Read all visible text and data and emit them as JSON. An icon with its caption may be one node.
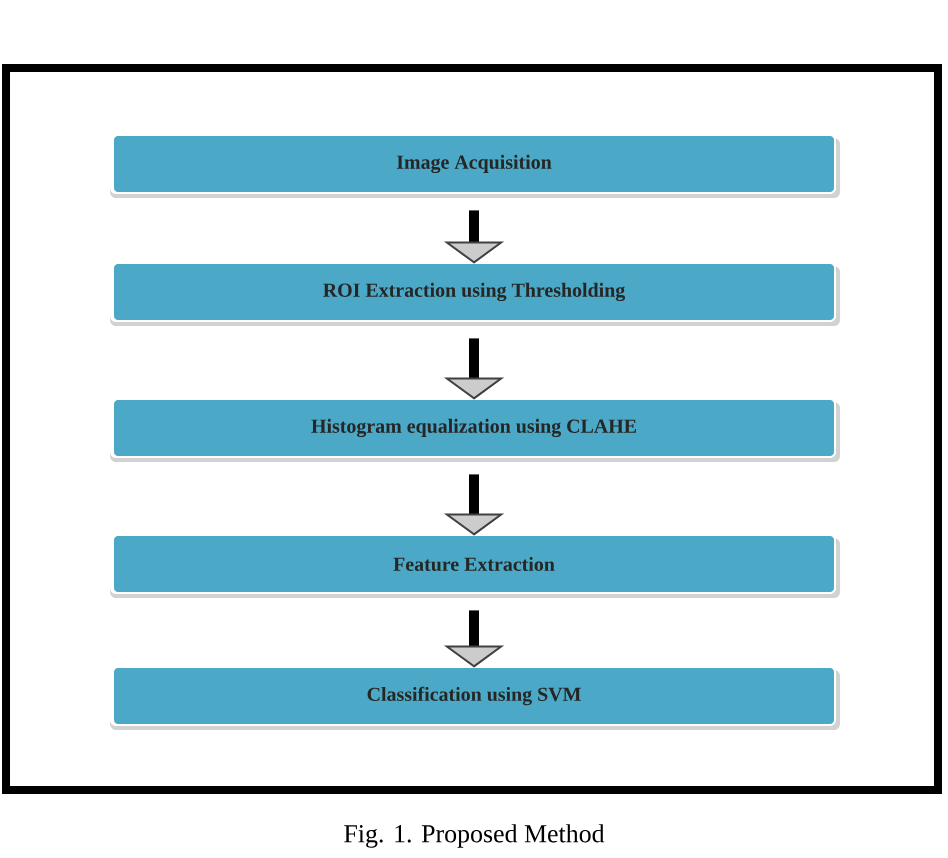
{
  "diagram": {
    "caption": "Fig. 1.   Proposed Method",
    "nodes": [
      {
        "text": [
          "Image Acquisition"
        ]
      },
      {
        "text": [
          "ROI Extraction using Thresholding"
        ]
      },
      {
        "text": [
          "Histogram equalization using CLAHE"
        ]
      },
      {
        "text": [
          "Feature Extraction"
        ]
      },
      {
        "text": [
          "Classification using SVM"
        ]
      }
    ],
    "edges": [
      {
        "from": 0,
        "to": 1,
        "arrow": "to"
      },
      {
        "from": 1,
        "to": 2,
        "arrow": "to"
      },
      {
        "from": 2,
        "to": 3,
        "arrow": "to"
      },
      {
        "from": 3,
        "to": 4,
        "arrow": "to"
      }
    ]
  }
}
